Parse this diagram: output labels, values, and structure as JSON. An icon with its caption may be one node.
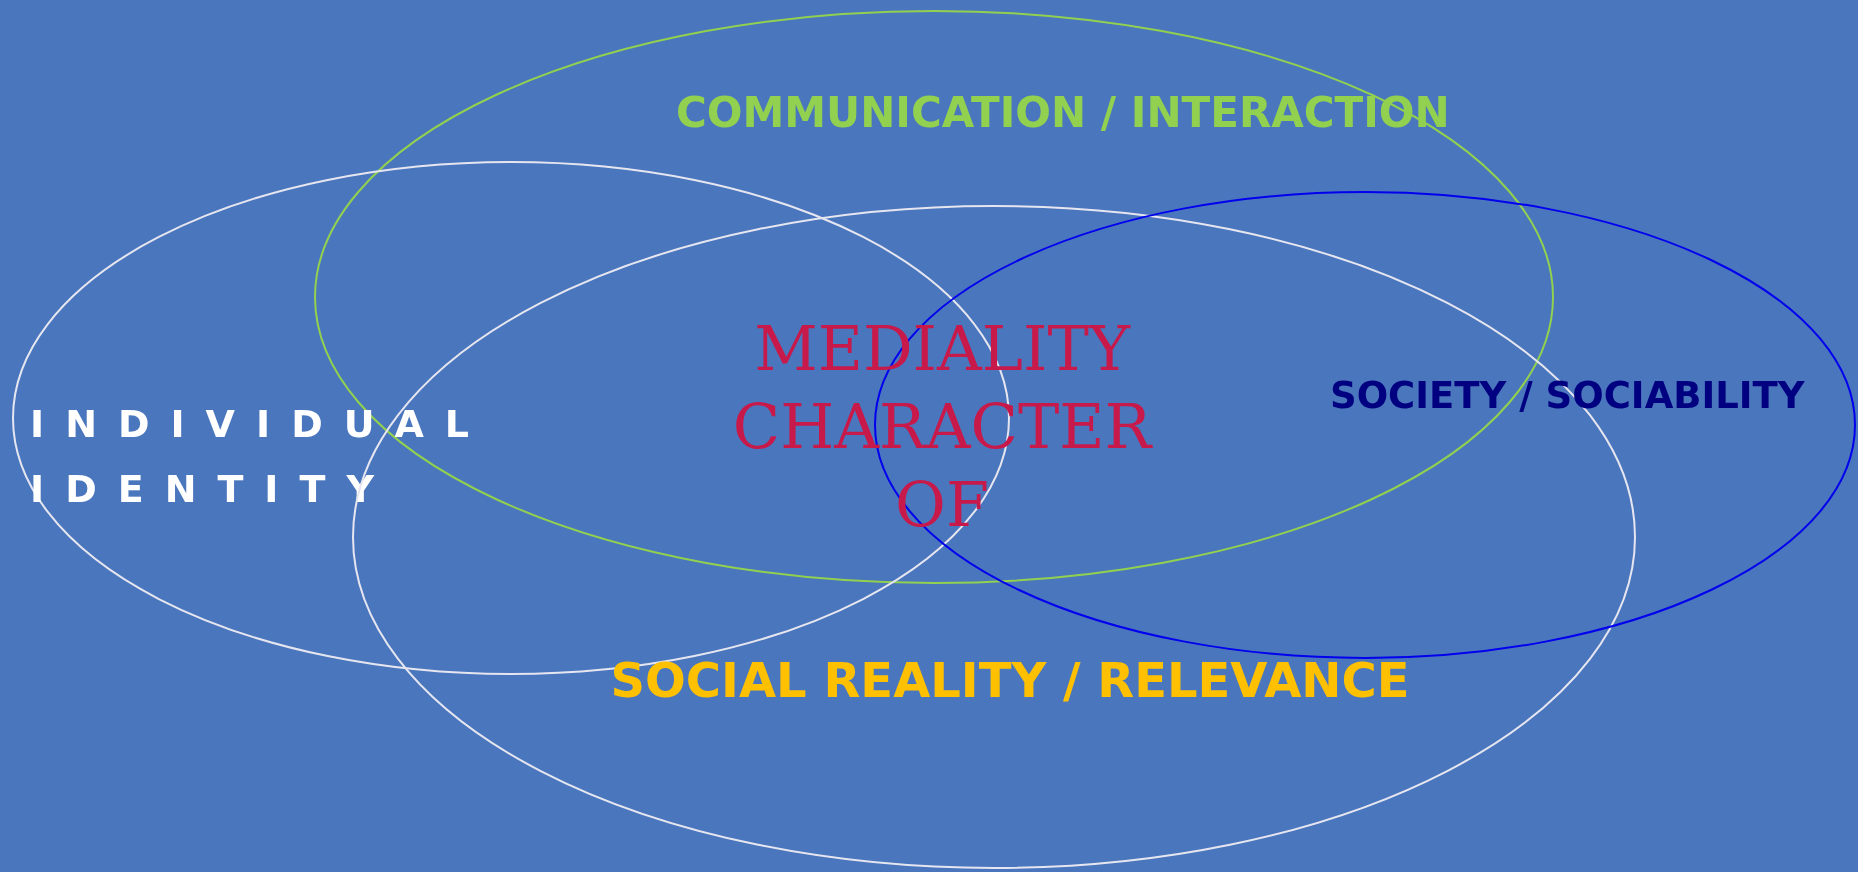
{
  "diagram": {
    "nodes": [
      {
        "text": [
          "COMMUNICATION / INTERACTION"
        ]
      },
      {
        "text": [
          "INDIVIDUAL IDENTITY"
        ]
      },
      {
        "text": [
          "SOCIAL REALITY / RELEVANCE"
        ]
      },
      {
        "text": [
          "SOCIETY / SOCIABILITY"
        ]
      }
    ],
    "edges": [],
    "labels": [
      "MEDIALITY CHARACTER OF"
    ]
  }
}
